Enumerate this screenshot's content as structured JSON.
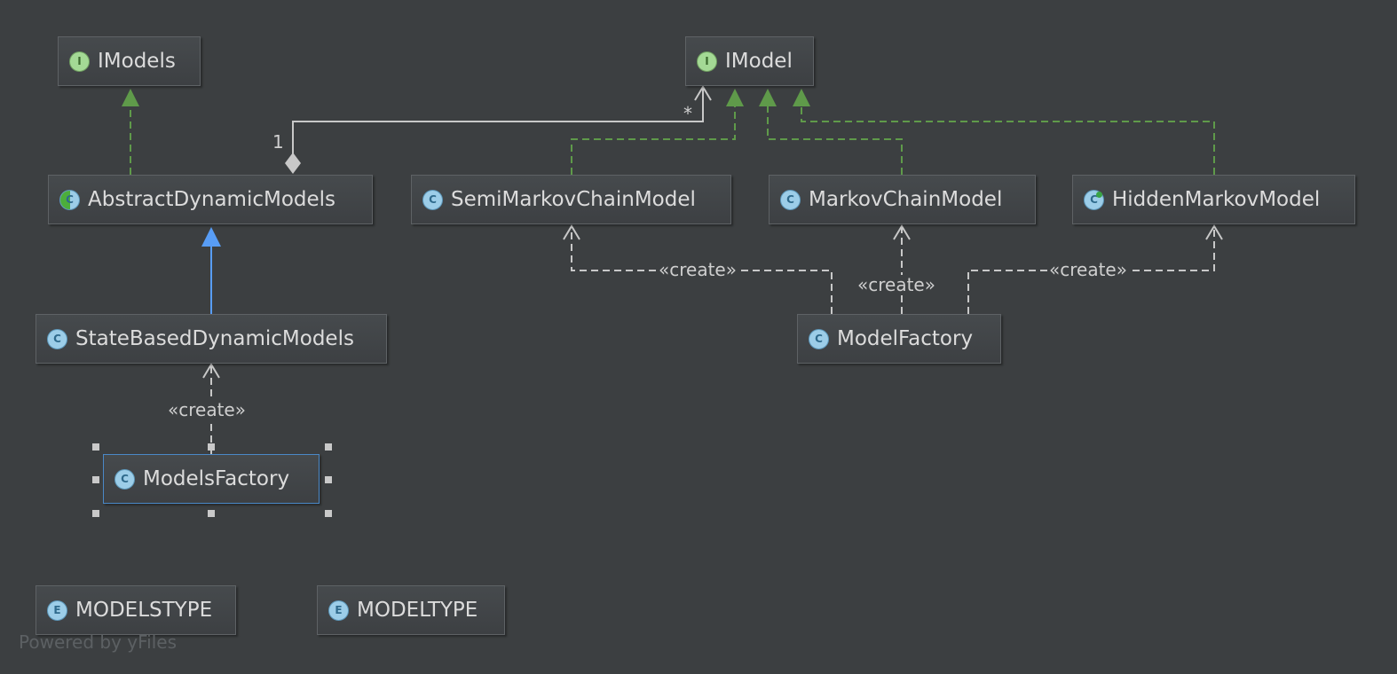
{
  "nodes": {
    "imodels": {
      "label": "IModels",
      "badge": "I",
      "kind": "interface"
    },
    "imodel": {
      "label": "IModel",
      "badge": "I",
      "kind": "interface"
    },
    "abstract_dynamic_models": {
      "label": "AbstractDynamicModels",
      "badge": "C",
      "kind": "abstract-class"
    },
    "semi_markov_chain_model": {
      "label": "SemiMarkovChainModel",
      "badge": "C",
      "kind": "class"
    },
    "markov_chain_model": {
      "label": "MarkovChainModel",
      "badge": "C",
      "kind": "class"
    },
    "hidden_markov_model": {
      "label": "HiddenMarkovModel",
      "badge": "C",
      "kind": "class"
    },
    "state_based_dynamic_models": {
      "label": "StateBasedDynamicModels",
      "badge": "C",
      "kind": "class"
    },
    "model_factory": {
      "label": "ModelFactory",
      "badge": "C",
      "kind": "class"
    },
    "models_factory": {
      "label": "ModelsFactory",
      "badge": "C",
      "kind": "class",
      "selected": true
    },
    "modelstype": {
      "label": "MODELSTYPE",
      "badge": "E",
      "kind": "enum"
    },
    "modeltype": {
      "label": "MODELTYPE",
      "badge": "E",
      "kind": "enum"
    }
  },
  "edges": {
    "create_label": "«create»",
    "aggregation_source_multiplicity": "1",
    "aggregation_target_multiplicity": "*"
  },
  "footer": {
    "powered_by": "Powered by yFiles"
  },
  "colors": {
    "background": "#3c3f41",
    "realization": "#5f9a4a",
    "generalization": "#589df6",
    "dependency": "#c8c8c8",
    "aggregation": "#c8c8c8",
    "selection": "#4a88c7"
  }
}
